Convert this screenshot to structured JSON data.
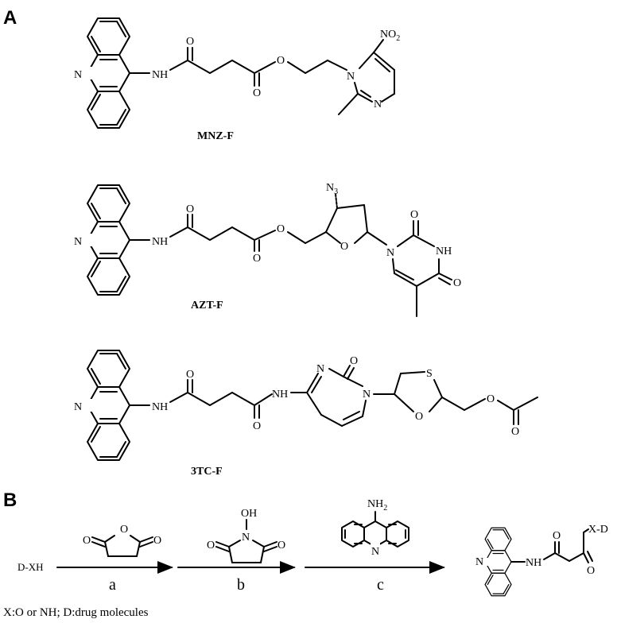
{
  "panels": {
    "a": "A",
    "b": "B"
  },
  "compounds": {
    "mnz": "MNZ-F",
    "azt": "AZT-F",
    "tc": "3TC-F"
  },
  "atoms": {
    "n": "N",
    "nh": "NH",
    "o": "O",
    "s": "S",
    "no2_base": "NO",
    "no2_sub": "2",
    "n3_base": "N",
    "n3_sub": "3",
    "oh": "OH",
    "nh2_base": "NH",
    "nh2_sub": "2",
    "xd": "X-D"
  },
  "scheme": {
    "start": "D-XH",
    "steps": [
      "a",
      "b",
      "c"
    ],
    "footnote": "X:O or NH; D:drug molecules"
  }
}
